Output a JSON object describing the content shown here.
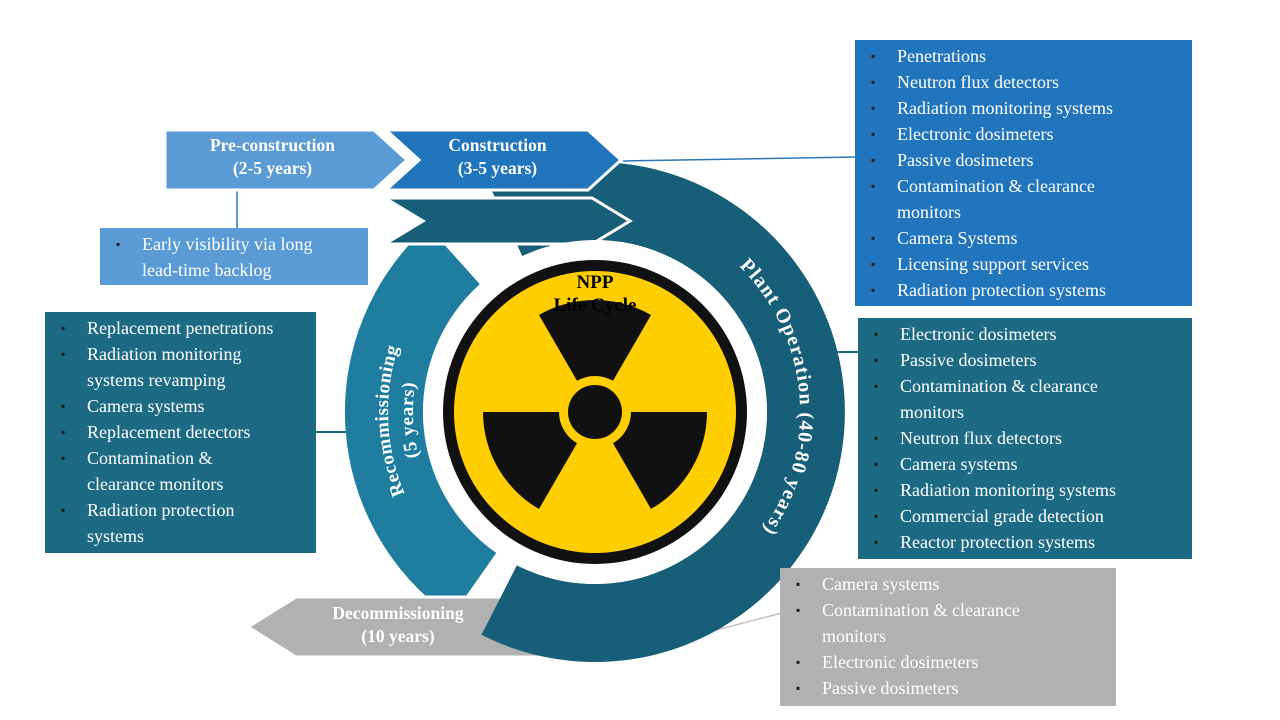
{
  "diagram_title": "NPP Life Cycle",
  "center_label": "NPP\nLife Cycle",
  "phases": {
    "pre_construction": {
      "label": "Pre-construction\n(2-5 years)"
    },
    "construction": {
      "label": "Construction\n(3-5 years)"
    },
    "plant_operation": {
      "label": "Plant Operation (40-80 years)"
    },
    "decommissioning": {
      "label": "Decommissioning\n(10 years)"
    },
    "recommissioning": {
      "line1": "Recommissioning",
      "line2": "(5 years)"
    }
  },
  "callouts": {
    "construction_box": {
      "items": [
        "Penetrations",
        "Neutron flux detectors",
        "Radiation monitoring systems",
        "Electronic dosimeters",
        "Passive dosimeters",
        "Contamination & clearance\nmonitors",
        "Camera Systems",
        "Licensing support services",
        "Radiation protection systems"
      ]
    },
    "plant_operation_box": {
      "items": [
        "Electronic dosimeters",
        "Passive dosimeters",
        "Contamination & clearance\nmonitors",
        "Neutron flux detectors",
        "Camera systems",
        "Radiation monitoring systems",
        "Commercial grade detection",
        "Reactor protection systems"
      ]
    },
    "decommissioning_box": {
      "items": [
        "Camera systems",
        "Contamination & clearance\nmonitors",
        "Electronic dosimeters",
        "Passive dosimeters"
      ]
    },
    "recommissioning_box": {
      "items": [
        "Replacement penetrations",
        "Radiation monitoring\nsystems revamping",
        "Camera systems",
        "Replacement detectors",
        "Contamination &\nclearance monitors",
        "Radiation protection\nsystems"
      ]
    },
    "pre_construction_box": {
      "items": [
        "Early visibility via long\nlead-time backlog"
      ]
    }
  },
  "icons": {
    "center_symbol": "radiation-trefoil-icon",
    "list_marker": "square-bullet"
  },
  "colors": {
    "light_blue": "#5B9BD5",
    "medium_blue": "#2175BC",
    "dark_teal": "#175F78",
    "box_teal": "#1D6A85",
    "mid_teal": "#1F7EA0",
    "gray": "#B1B1B1",
    "radiation_yellow": "#FFCE00"
  }
}
